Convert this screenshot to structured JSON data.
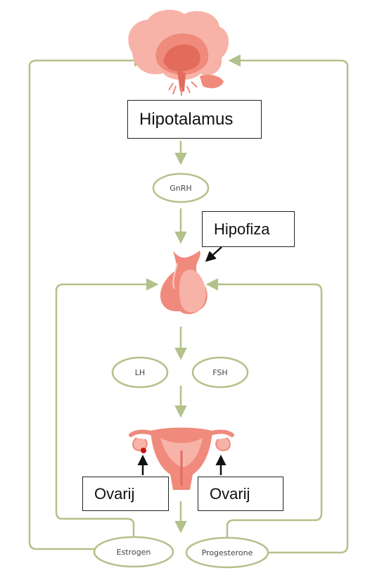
{
  "diagram": {
    "labels": {
      "hypothalamus": "Hipotalamus",
      "hypophysis": "Hipofiza",
      "ovary_left": "Ovarij",
      "ovary_right": "Ovarij"
    },
    "nodes": {
      "gnrh": "GnRH",
      "lh": "LH",
      "fsh": "FSH",
      "estrogen": "Estrogen",
      "progesterone": "Progesterone"
    },
    "colors": {
      "line": "#b3c18a",
      "organ": "#f08a7c",
      "organ_dark": "#e36b5c",
      "organ_light": "#f7b3a7",
      "node_border": "#b3c18a",
      "ovum": "#cc1111",
      "pointer": "#111111"
    },
    "icons": [
      "brain-icon",
      "pituitary-gland-icon",
      "uterus-icon"
    ]
  }
}
